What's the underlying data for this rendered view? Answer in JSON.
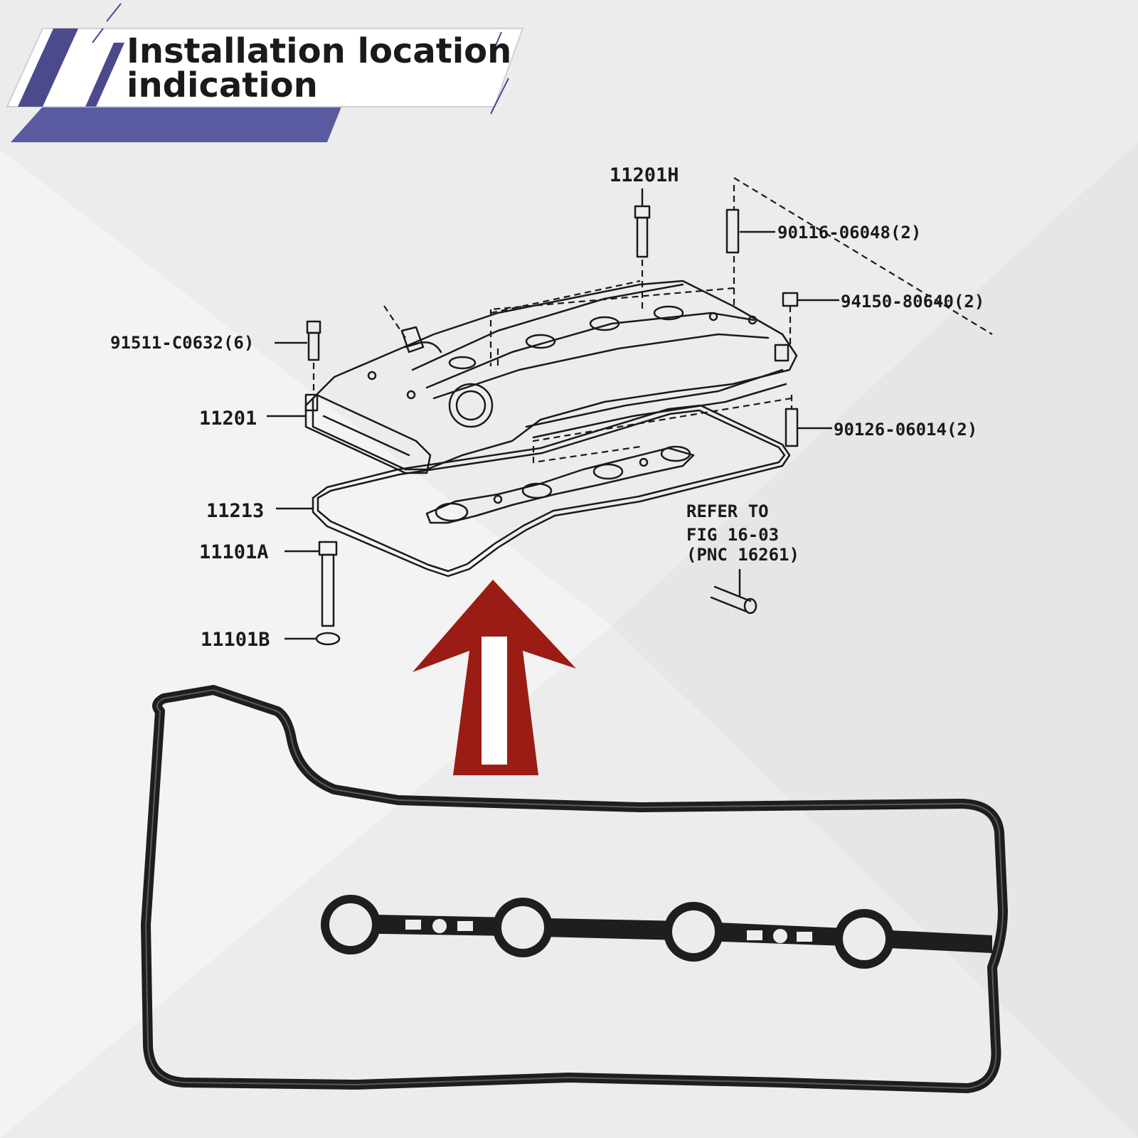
{
  "banner": {
    "title_line1": "Installation location",
    "title_line2": "indication",
    "accent_color": "#4a4a8c"
  },
  "diagram": {
    "part_labels": {
      "p11201H": "11201H",
      "p90116": "90116-06048(2)",
      "p94150": "94150-80640(2)",
      "p91511": "91511-C0632(6)",
      "p11201": "11201",
      "p90126": "90126-06014(2)",
      "p11213": "11213",
      "p11101A": "11101A",
      "p11101B": "11101B"
    },
    "refer_note": {
      "line1": "REFER TO",
      "line2": "FIG 16-03",
      "line3": "(PNC 16261)"
    }
  },
  "arrow": {
    "color": "#9b1c14",
    "direction": "up"
  },
  "product": {
    "name_icon": "valve-cover-gasket-icon",
    "color": "#1e1e1e"
  }
}
